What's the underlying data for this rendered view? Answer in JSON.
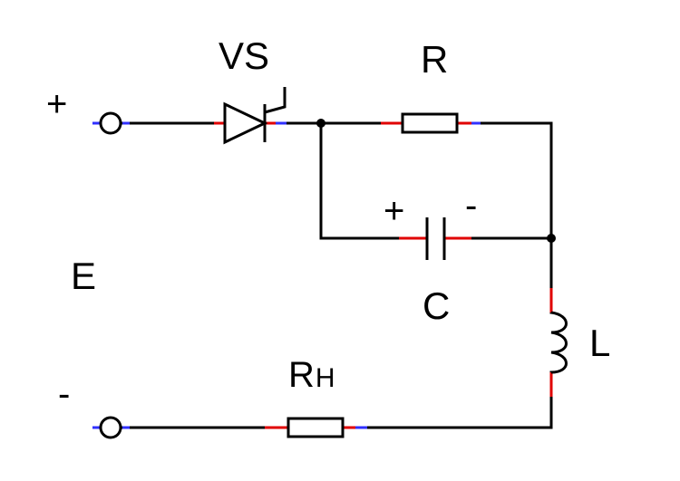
{
  "labels": {
    "thyristor": "VS",
    "resistor_r": "R",
    "capacitor": "C",
    "inductor": "L",
    "source": "E",
    "plus_terminal": "+",
    "minus_terminal": "-",
    "cap_plus": "+",
    "cap_minus": "-",
    "load_resistor_main": "R",
    "load_resistor_sub": "Н"
  },
  "colors": {
    "wire": "#000000",
    "pin_red": "#e00000",
    "pin_blue": "#3030ff"
  }
}
